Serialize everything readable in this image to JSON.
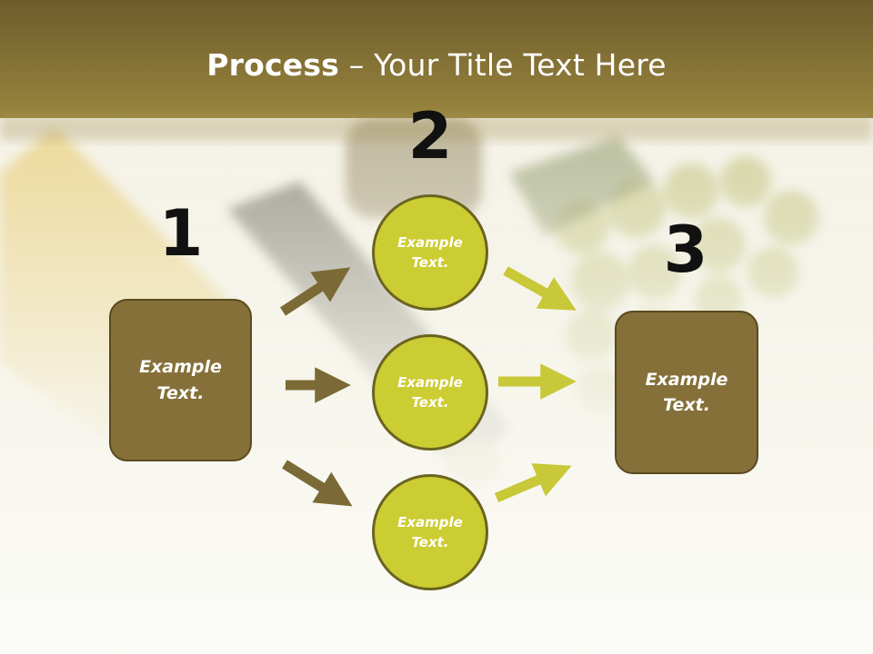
{
  "title": {
    "bold": "Process",
    "rest": " – Your Title Text Here"
  },
  "steps": [
    "1",
    "2",
    "3"
  ],
  "left_box": {
    "line1": "Example",
    "line2": "Text."
  },
  "circles": [
    {
      "line1": "Example",
      "line2": "Text."
    },
    {
      "line1": "Example",
      "line2": "Text."
    },
    {
      "line1": "Example",
      "line2": "Text."
    }
  ],
  "right_box": {
    "line1": "Example",
    "line2": "Text."
  },
  "colors": {
    "header": "#8a7838",
    "box_fill": "#857039",
    "circle_fill": "#cccc33",
    "arrow_brown": "#7b6a35",
    "arrow_yellow": "#c8c838"
  }
}
